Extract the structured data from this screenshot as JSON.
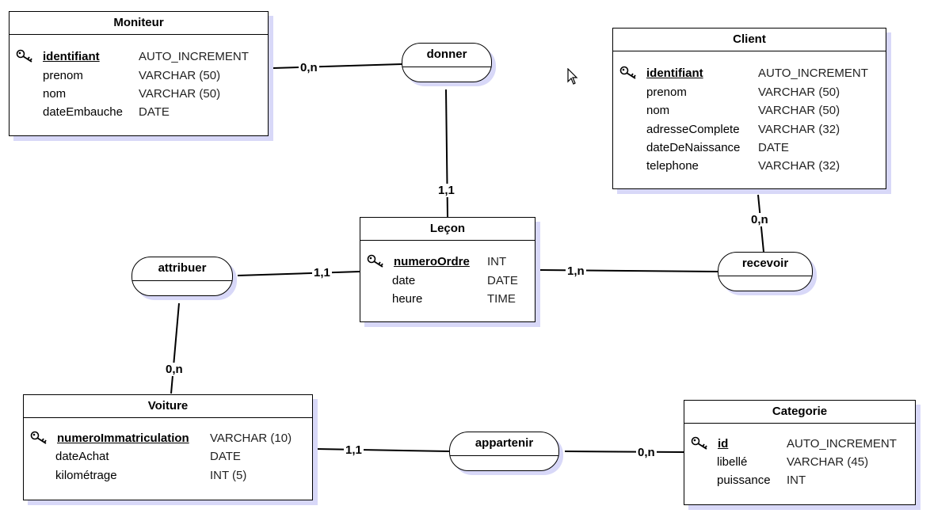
{
  "entities": {
    "moniteur": {
      "title": "Moniteur",
      "attributes": [
        {
          "name": "identifiant",
          "type": "AUTO_INCREMENT",
          "pk": true
        },
        {
          "name": "prenom",
          "type": "VARCHAR (50)"
        },
        {
          "name": "nom",
          "type": "VARCHAR (50)"
        },
        {
          "name": "dateEmbauche",
          "type": "DATE"
        }
      ]
    },
    "client": {
      "title": "Client",
      "attributes": [
        {
          "name": "identifiant",
          "type": "AUTO_INCREMENT",
          "pk": true
        },
        {
          "name": "prenom",
          "type": "VARCHAR (50)"
        },
        {
          "name": "nom",
          "type": "VARCHAR (50)"
        },
        {
          "name": "adresseComplete",
          "type": "VARCHAR (32)"
        },
        {
          "name": "dateDeNaissance",
          "type": "DATE"
        },
        {
          "name": "telephone",
          "type": "VARCHAR (32)"
        }
      ]
    },
    "lecon": {
      "title": "Leçon",
      "attributes": [
        {
          "name": "numeroOrdre",
          "type": "INT",
          "pk": true
        },
        {
          "name": "date",
          "type": "DATE"
        },
        {
          "name": "heure",
          "type": "TIME"
        }
      ]
    },
    "voiture": {
      "title": "Voiture",
      "attributes": [
        {
          "name": "numeroImmatriculation",
          "type": "VARCHAR (10)",
          "pk": true
        },
        {
          "name": "dateAchat",
          "type": "DATE"
        },
        {
          "name": "kilométrage",
          "type": "INT (5)"
        }
      ]
    },
    "categorie": {
      "title": "Categorie",
      "attributes": [
        {
          "name": "id",
          "type": "AUTO_INCREMENT",
          "pk": true
        },
        {
          "name": "libellé",
          "type": "VARCHAR (45)"
        },
        {
          "name": "puissance",
          "type": "INT"
        }
      ]
    }
  },
  "associations": {
    "donner": "donner",
    "recevoir": "recevoir",
    "attribuer": "attribuer",
    "appartenir": "appartenir"
  },
  "cardinalities": {
    "moniteur_donner": "0,n",
    "lecon_donner": "1,1",
    "client_recevoir": "0,n",
    "lecon_recevoir": "1,n",
    "lecon_attribuer": "1,1",
    "voiture_attribuer": "0,n",
    "voiture_appartenir": "1,1",
    "categorie_appartenir": "0,n"
  },
  "colors": {
    "shadow": "#d8d8f8",
    "line": "#000000"
  },
  "icons": {
    "primary_key": "key-icon",
    "cursor": "mouse-pointer-icon"
  }
}
